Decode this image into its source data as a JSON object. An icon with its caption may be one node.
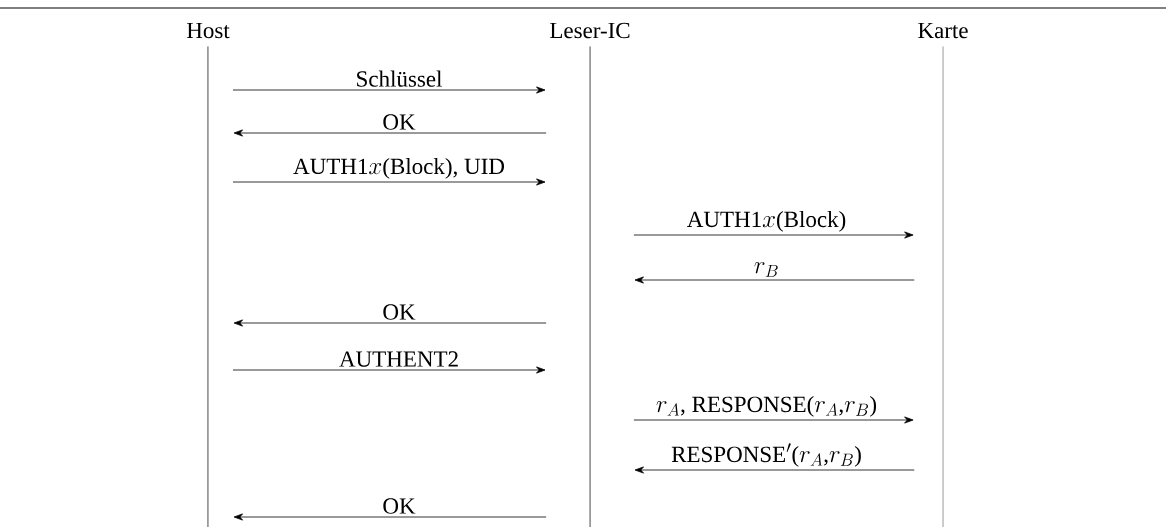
{
  "diagram": {
    "nodes": [
      {
        "text": [
          "Host"
        ]
      },
      {
        "text": [
          "Leser-IC"
        ]
      },
      {
        "text": [
          "Karte"
        ]
      }
    ],
    "edges": [
      {
        "from": 0,
        "to": 1,
        "arrow": "to",
        "label": "\\text{Schlüssel}"
      },
      {
        "from": 1,
        "to": 0,
        "arrow": "to",
        "label": "\\text{OK}"
      },
      {
        "from": 0,
        "to": 1,
        "arrow": "to",
        "label": "\\text{AUTH1}x\\text{(Block), UID}"
      },
      {
        "from": 1,
        "to": 2,
        "arrow": "to",
        "label": "\\text{AUTH1}x\\text{(Block)}"
      },
      {
        "from": 2,
        "to": 1,
        "arrow": "to",
        "label": "r_B"
      },
      {
        "from": 1,
        "to": 0,
        "arrow": "to",
        "label": "\\text{OK}"
      },
      {
        "from": 0,
        "to": 1,
        "arrow": "to",
        "label": "\\text{AUTHENT2}"
      },
      {
        "from": 1,
        "to": 2,
        "arrow": "to",
        "label": "r_A\\text{, RESPONSE(}r_A\\text{,}r_B\\text{)}"
      },
      {
        "from": 2,
        "to": 1,
        "arrow": "to",
        "label": "\\text{RESPONSE}'\\text{(}r_A\\text{,}r_B\\text{)}"
      },
      {
        "from": 1,
        "to": 0,
        "arrow": "to",
        "label": "\\text{OK}"
      }
    ]
  }
}
